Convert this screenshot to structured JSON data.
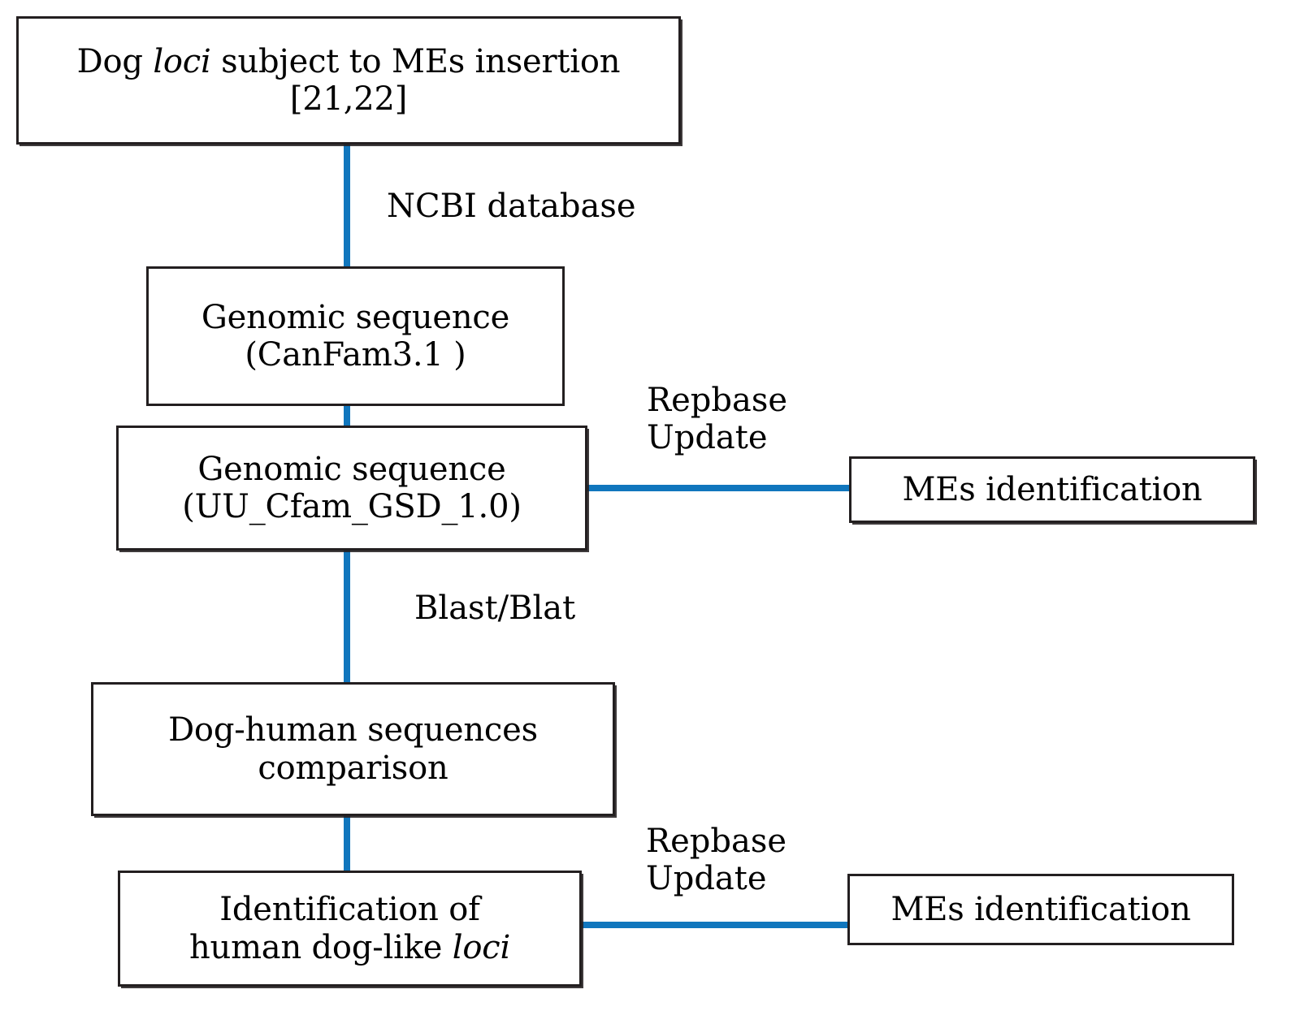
{
  "diagram": {
    "type": "flowchart",
    "accent_color": "#1076bd",
    "box_border_color": "#231f20",
    "background_color": "#ffffff",
    "nodes": [
      {
        "id": "dog-loci",
        "label": "Dog loci subject to MEs insertion\n[21,22]",
        "line1_prefix": "Dog ",
        "line1_italic": "loci",
        "line1_suffix": " subject to MEs insertion",
        "line2": "[21,22]"
      },
      {
        "id": "canfam",
        "label": "Genomic sequence\n(CanFam3.1 )",
        "line1": "Genomic sequence",
        "line2": "(CanFam3.1 )"
      },
      {
        "id": "uucfam",
        "label": "Genomic sequence\n(UU_Cfam_GSD_1.0)",
        "line1": "Genomic sequence",
        "line2": "(UU_Cfam_GSD_1.0)"
      },
      {
        "id": "me-identification-1",
        "label": "MEs identification"
      },
      {
        "id": "comparison",
        "label": "Dog-human sequences\ncomparison",
        "line1": "Dog-human sequences",
        "line2": "comparison"
      },
      {
        "id": "human-dog-like-loci",
        "label": "Identification of\nhuman dog-like loci",
        "line1": "Identification of",
        "line2_prefix": "human dog-like ",
        "line2_italic": "loci"
      },
      {
        "id": "me-identification-2",
        "label": "MEs identification"
      }
    ],
    "edge_labels": [
      {
        "id": "ncbi",
        "text": "NCBI database"
      },
      {
        "id": "repbase-1",
        "text": "Repbase\nUpdate"
      },
      {
        "id": "blast",
        "text": "Blast/Blat"
      },
      {
        "id": "repbase-2",
        "text": "Repbase\nUpdate"
      }
    ],
    "edges": [
      {
        "id": "loci-to-canfam",
        "from": "dog-loci",
        "to": "canfam",
        "orientation": "vertical",
        "label": "NCBI database"
      },
      {
        "id": "canfam-to-uucfam",
        "from": "canfam",
        "to": "uucfam",
        "orientation": "vertical",
        "label": ""
      },
      {
        "id": "uucfam-to-me1",
        "from": "uucfam",
        "to": "me-identification-1",
        "orientation": "horizontal",
        "label": "Repbase Update"
      },
      {
        "id": "uucfam-to-comp",
        "from": "uucfam",
        "to": "comparison",
        "orientation": "vertical",
        "label": "Blast/Blat"
      },
      {
        "id": "comp-to-human",
        "from": "comparison",
        "to": "human-dog-like-loci",
        "orientation": "vertical",
        "label": ""
      },
      {
        "id": "human-to-me2",
        "from": "human-dog-like-loci",
        "to": "me-identification-2",
        "orientation": "horizontal",
        "label": "Repbase Update"
      }
    ]
  }
}
